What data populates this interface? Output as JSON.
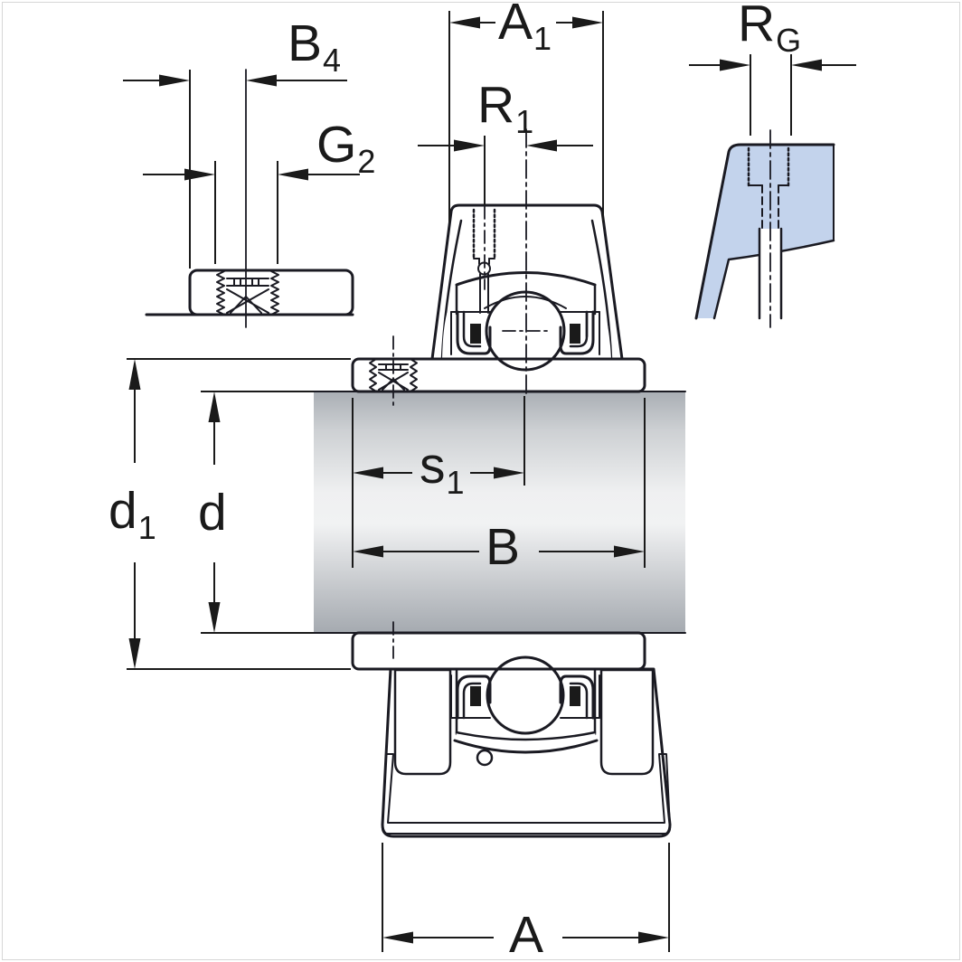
{
  "drawing": {
    "colors": {
      "part_fill": "#c3d3ec",
      "outline": "#1a1a22",
      "dim": "#1a1a1a",
      "background": "#ffffff",
      "frame": "#d6d6d6",
      "shaft_dark": "#a9aeb4",
      "shaft_mid": "#d5d7da",
      "shaft_light": "#f1f2f3"
    },
    "labels": {
      "b4": {
        "base": "B",
        "sub": "4"
      },
      "g2": {
        "base": "G",
        "sub": "2"
      },
      "a1": {
        "base": "A",
        "sub": "1"
      },
      "r1": {
        "base": "R",
        "sub": "1"
      },
      "rg": {
        "base": "R",
        "sub": "G"
      },
      "d1": {
        "base": "d",
        "sub": "1"
      },
      "d": {
        "base": "d",
        "sub": ""
      },
      "s1": {
        "base": "s",
        "sub": "1"
      },
      "b": {
        "base": "B",
        "sub": ""
      },
      "a": {
        "base": "A",
        "sub": ""
      }
    }
  }
}
